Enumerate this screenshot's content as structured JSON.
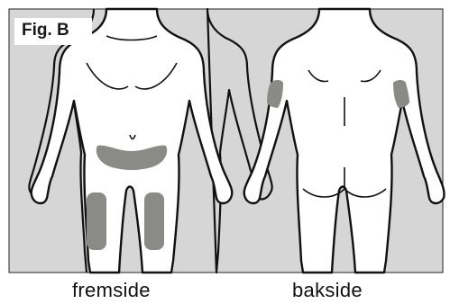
{
  "figure_label": "Fig. B",
  "front_caption": "fremside",
  "back_caption": "bakside",
  "colors": {
    "background": "#d6d6d6",
    "body_fill": "#ffffff",
    "outline": "#111111",
    "injection_area": "#8a8a86"
  }
}
